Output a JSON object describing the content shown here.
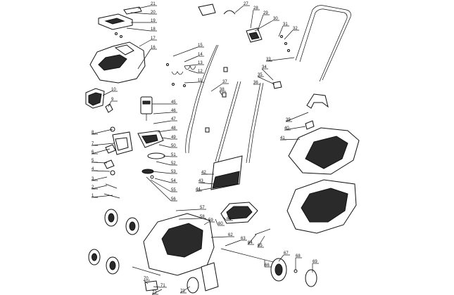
{
  "diagram": {
    "callouts": [
      {
        "label": "1"
      },
      {
        "label": "2"
      },
      {
        "label": "3"
      },
      {
        "label": "4"
      },
      {
        "label": "5"
      },
      {
        "label": "6"
      },
      {
        "label": "7"
      },
      {
        "label": "8"
      },
      {
        "label": "9"
      },
      {
        "label": "10"
      },
      {
        "label": "11"
      },
      {
        "label": "12"
      },
      {
        "label": "13"
      },
      {
        "label": "14"
      },
      {
        "label": "15"
      },
      {
        "label": "16"
      },
      {
        "label": "17"
      },
      {
        "label": "18"
      },
      {
        "label": "19"
      },
      {
        "label": "20"
      },
      {
        "label": "21"
      },
      {
        "label": "27"
      },
      {
        "label": "28"
      },
      {
        "label": "29"
      },
      {
        "label": "30"
      },
      {
        "label": "31"
      },
      {
        "label": "32"
      },
      {
        "label": "33"
      },
      {
        "label": "34"
      },
      {
        "label": "35"
      },
      {
        "label": "36"
      },
      {
        "label": "37"
      },
      {
        "label": "38"
      },
      {
        "label": "39"
      },
      {
        "label": "40"
      },
      {
        "label": "41"
      },
      {
        "label": "42"
      },
      {
        "label": "43"
      },
      {
        "label": "44"
      },
      {
        "label": "45"
      },
      {
        "label": "46"
      },
      {
        "label": "47"
      },
      {
        "label": "48"
      },
      {
        "label": "49"
      },
      {
        "label": "50"
      },
      {
        "label": "51"
      },
      {
        "label": "52"
      },
      {
        "label": "53"
      },
      {
        "label": "54"
      },
      {
        "label": "55"
      },
      {
        "label": "56"
      },
      {
        "label": "57"
      },
      {
        "label": "58"
      },
      {
        "label": "59"
      },
      {
        "label": "60"
      },
      {
        "label": "61"
      },
      {
        "label": "62"
      },
      {
        "label": "63"
      },
      {
        "label": "64"
      },
      {
        "label": "65"
      },
      {
        "label": "66"
      },
      {
        "label": "67"
      },
      {
        "label": "68"
      },
      {
        "label": "69"
      },
      {
        "label": "70"
      },
      {
        "label": "71"
      },
      {
        "label": "72"
      },
      {
        "label": "73"
      }
    ]
  }
}
